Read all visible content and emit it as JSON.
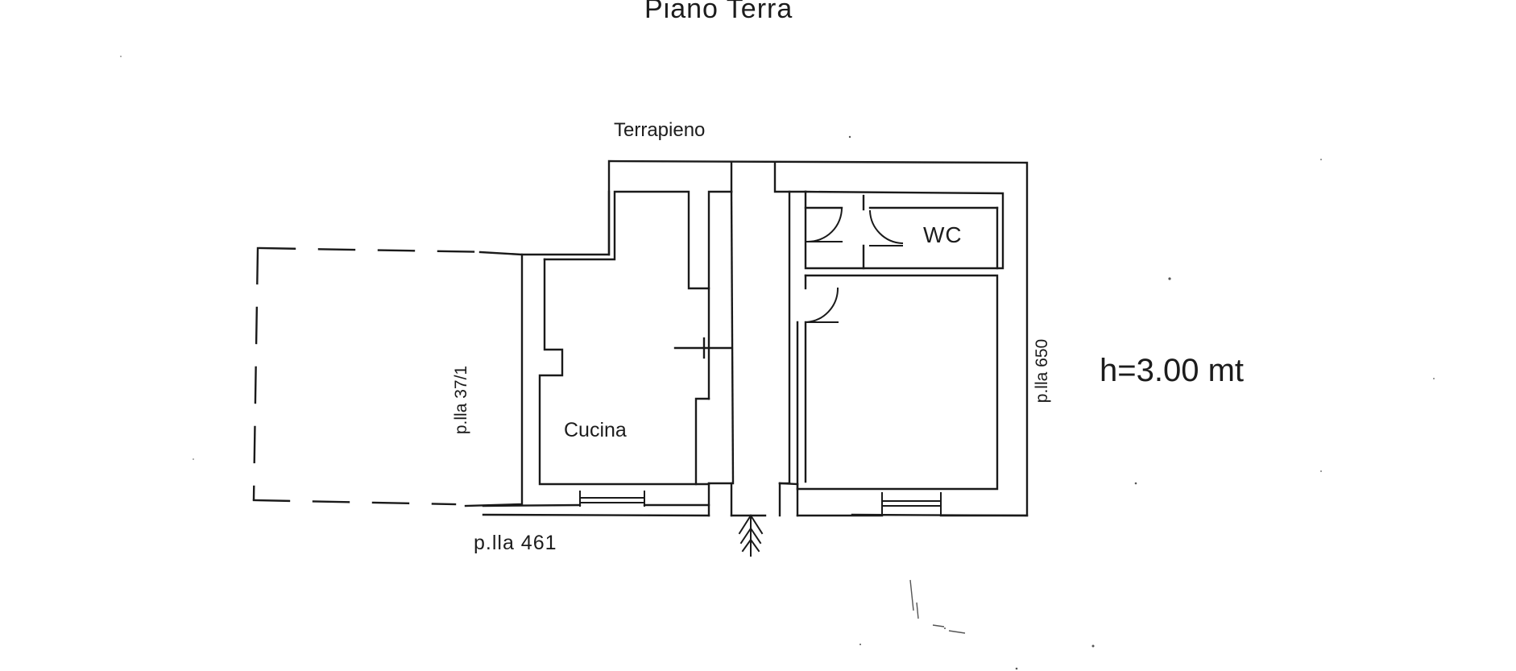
{
  "floor_plan": {
    "title": "Piano Terra",
    "top_boundary_label": "Terrapieno",
    "rooms": {
      "bathroom": "WC",
      "kitchen": "Cucina"
    },
    "ceiling_height": "h=3.00 mt",
    "parcels": {
      "left": "p.lla 37/1",
      "right": "p.lla 650",
      "bottom": "p.lla 461"
    },
    "colors": {
      "ink": "#1a1a1a",
      "paper": "#ffffff"
    }
  }
}
